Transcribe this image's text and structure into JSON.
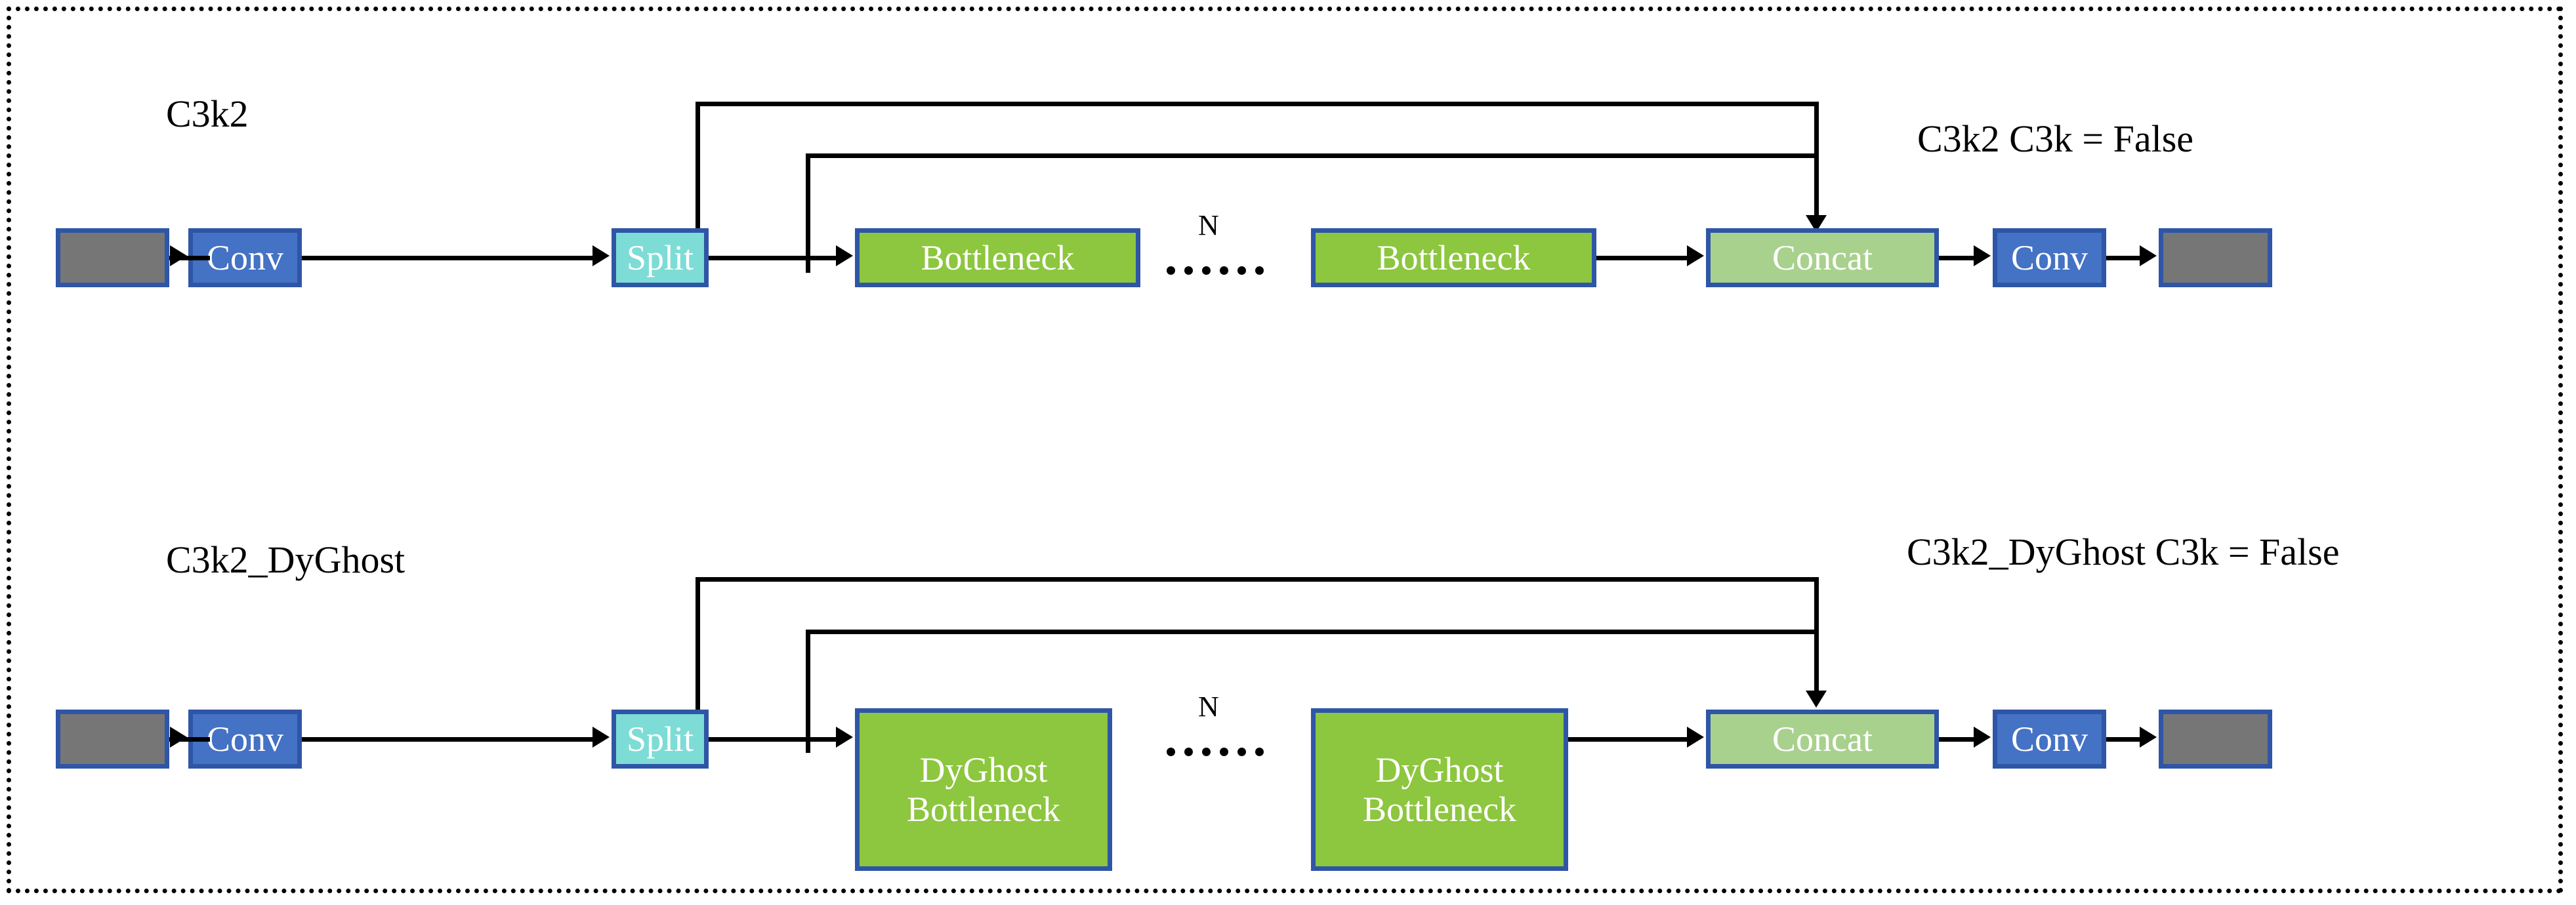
{
  "diagram": {
    "title_row1": "C3k2",
    "title_row2": "C3k2_DyGhost",
    "caption_row1": "C3k2 C3k = False",
    "caption_row2": "C3k2_DyGhost C3k = False",
    "repeat_marker": "N",
    "ellipsis_dots": 6,
    "colors": {
      "border": "#2f56a6",
      "input_output": "#767676",
      "conv": "#4472c4",
      "split": "#7ddcd6",
      "bottleneck": "#8dc63f",
      "concat": "#a9d18e",
      "line": "#000000",
      "frame": "#000000",
      "background": "#ffffff"
    }
  },
  "row1": {
    "name": "C3k2",
    "nodes": {
      "input": "",
      "conv_in": "Conv",
      "split": "Split",
      "bottleneck_1": "Bottleneck",
      "bottleneck_n": "Bottleneck",
      "concat": "Concat",
      "conv_out": "Conv",
      "output": ""
    }
  },
  "row2": {
    "name": "C3k2_DyGhost",
    "nodes": {
      "input": "",
      "conv_in": "Conv",
      "split": "Split",
      "dyghost_bottleneck_1": "DyGhost\nBottleneck",
      "dyghost_bottleneck_n": "DyGhost\nBottleneck",
      "concat": "Concat",
      "conv_out": "Conv",
      "output": ""
    }
  }
}
